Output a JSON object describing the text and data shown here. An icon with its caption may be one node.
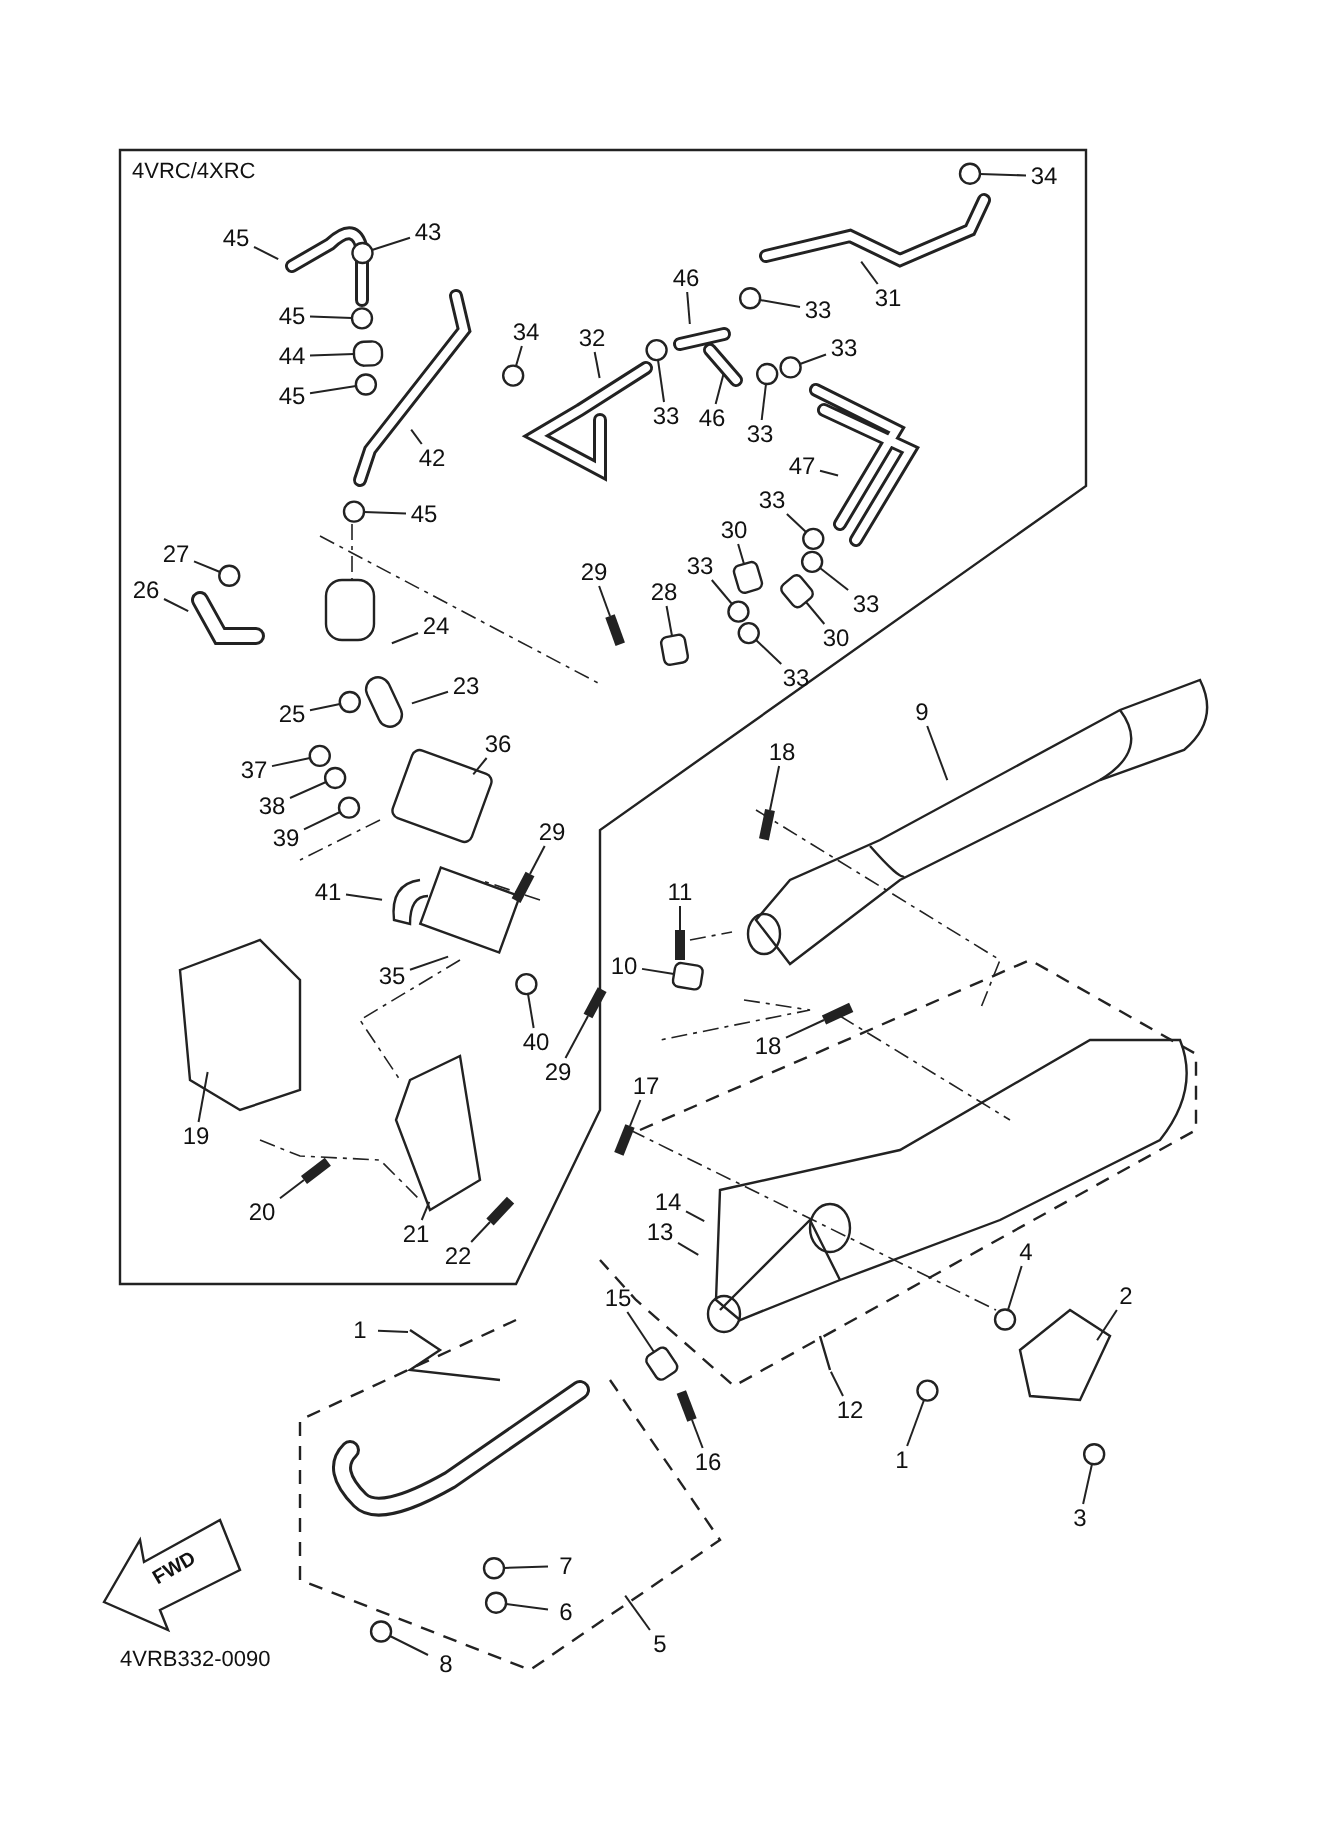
{
  "diagram": {
    "nodes": [
      {
        "text": [
          "34"
        ]
      },
      {
        "text": [
          "45"
        ]
      },
      {
        "text": [
          "43"
        ]
      },
      {
        "text": [
          "31"
        ]
      },
      {
        "text": [
          "46"
        ]
      },
      {
        "text": [
          "33"
        ]
      },
      {
        "text": [
          "45"
        ]
      },
      {
        "text": [
          "34"
        ]
      },
      {
        "text": [
          "32"
        ]
      },
      {
        "text": [
          "33"
        ]
      },
      {
        "text": [
          "44"
        ]
      },
      {
        "text": [
          "33"
        ]
      },
      {
        "text": [
          "46"
        ]
      },
      {
        "text": [
          "33"
        ]
      },
      {
        "text": [
          "45"
        ]
      },
      {
        "text": [
          "42"
        ]
      },
      {
        "text": [
          "47"
        ]
      },
      {
        "text": [
          "33"
        ]
      },
      {
        "text": [
          "45"
        ]
      },
      {
        "text": [
          "30"
        ]
      },
      {
        "text": [
          "27"
        ]
      },
      {
        "text": [
          "33"
        ]
      },
      {
        "text": [
          "29"
        ]
      },
      {
        "text": [
          "33"
        ]
      },
      {
        "text": [
          "26"
        ]
      },
      {
        "text": [
          "28"
        ]
      },
      {
        "text": [
          "30"
        ]
      },
      {
        "text": [
          "24"
        ]
      },
      {
        "text": [
          "33"
        ]
      },
      {
        "text": [
          "23"
        ]
      },
      {
        "text": [
          "25"
        ]
      },
      {
        "text": [
          "36"
        ]
      },
      {
        "text": [
          "37"
        ]
      },
      {
        "text": [
          "18"
        ]
      },
      {
        "text": [
          "9"
        ]
      },
      {
        "text": [
          "38"
        ]
      },
      {
        "text": [
          "29"
        ]
      },
      {
        "text": [
          "39"
        ]
      },
      {
        "text": [
          "41"
        ]
      },
      {
        "text": [
          "11"
        ]
      },
      {
        "text": [
          "35"
        ]
      },
      {
        "text": [
          "10"
        ]
      },
      {
        "text": [
          "40"
        ]
      },
      {
        "text": [
          "18"
        ]
      },
      {
        "text": [
          "29"
        ]
      },
      {
        "text": [
          "17"
        ]
      },
      {
        "text": [
          "19"
        ]
      },
      {
        "text": [
          "14"
        ]
      },
      {
        "text": [
          "4"
        ]
      },
      {
        "text": [
          "13"
        ]
      },
      {
        "text": [
          "20"
        ]
      },
      {
        "text": [
          "21"
        ]
      },
      {
        "text": [
          "22"
        ]
      },
      {
        "text": [
          "2"
        ]
      },
      {
        "text": [
          "1"
        ]
      },
      {
        "text": [
          "15"
        ]
      },
      {
        "text": [
          "12"
        ]
      },
      {
        "text": [
          "1"
        ]
      },
      {
        "text": [
          "16"
        ]
      },
      {
        "text": [
          "3"
        ]
      },
      {
        "text": [
          "7"
        ]
      },
      {
        "text": [
          "6"
        ]
      },
      {
        "text": [
          "5"
        ]
      },
      {
        "text": [
          "8"
        ]
      },
      {
        "text": [],
        "shape": "circle"
      },
      {
        "text": [],
        "shape": "circle"
      },
      {
        "text": [],
        "shape": "circle"
      },
      {
        "text": [],
        "shape": "circle"
      },
      {
        "text": [],
        "shape": "circle"
      },
      {
        "text": [],
        "shape": "circle"
      },
      {
        "text": [],
        "shape": "circle"
      },
      {
        "text": [],
        "shape": "circle"
      },
      {
        "text": [],
        "shape": "circle"
      },
      {
        "text": [],
        "shape": "circle"
      },
      {
        "text": [],
        "shape": "box"
      },
      {
        "text": [],
        "shape": "circle"
      },
      {
        "text": [],
        "shape": "circle"
      },
      {
        "text": [],
        "shape": "bar"
      },
      {
        "text": [],
        "shape": "circle"
      },
      {
        "text": [],
        "shape": "box"
      },
      {
        "text": [],
        "shape": "box"
      },
      {
        "text": [],
        "shape": "circle"
      },
      {
        "text": [],
        "shape": "circle"
      },
      {
        "text": [],
        "shape": "circle"
      },
      {
        "text": [],
        "shape": "bar"
      },
      {
        "text": [],
        "shape": "circle"
      },
      {
        "text": [],
        "shape": "bar"
      },
      {
        "text": [],
        "shape": "circle"
      },
      {
        "text": [],
        "shape": "bar"
      },
      {
        "text": [],
        "shape": "box"
      },
      {
        "text": [],
        "shape": "circle"
      },
      {
        "text": [],
        "shape": "bar"
      },
      {
        "text": [],
        "shape": "bar"
      },
      {
        "text": [],
        "shape": "bar"
      },
      {
        "text": [],
        "shape": "circle"
      },
      {
        "text": [],
        "shape": "bar"
      },
      {
        "text": [],
        "shape": "bar"
      },
      {
        "text": [],
        "shape": "box"
      },
      {
        "text": [],
        "shape": "circle"
      },
      {
        "text": [],
        "shape": "bar"
      },
      {
        "text": [],
        "shape": "circle"
      },
      {
        "text": [],
        "shape": "circle"
      },
      {
        "text": [],
        "shape": "circle"
      },
      {
        "text": [],
        "shape": "circle"
      },
      {
        "text": [],
        "shape": "circle"
      },
      {
        "text": [],
        "shape": "cylinder"
      }
    ],
    "edges": [
      {
        "from": 0,
        "to": 64,
        "arrow": "none"
      },
      {
        "from": 1,
        "to": null,
        "arrow": "none"
      },
      {
        "from": 2,
        "to": 65,
        "arrow": "none"
      },
      {
        "from": 3,
        "to": null,
        "arrow": "none"
      },
      {
        "from": 4,
        "to": null,
        "arrow": "none"
      },
      {
        "from": 5,
        "to": 66,
        "arrow": "none"
      },
      {
        "from": 6,
        "to": 67,
        "arrow": "none"
      },
      {
        "from": 7,
        "to": 68,
        "arrow": "none"
      },
      {
        "from": 8,
        "to": null,
        "arrow": "none"
      },
      {
        "from": 9,
        "to": 104,
        "arrow": "none"
      },
      {
        "from": 10,
        "to": 105,
        "arrow": "none"
      },
      {
        "from": 11,
        "to": 69,
        "arrow": "none"
      },
      {
        "from": 12,
        "to": null,
        "arrow": "none"
      },
      {
        "from": 13,
        "to": 70,
        "arrow": "none"
      },
      {
        "from": 14,
        "to": 71,
        "arrow": "none"
      },
      {
        "from": 15,
        "to": null,
        "arrow": "none"
      },
      {
        "from": 16,
        "to": null,
        "arrow": "none"
      },
      {
        "from": 17,
        "to": 72,
        "arrow": "none"
      },
      {
        "from": 18,
        "to": 73,
        "arrow": "none"
      },
      {
        "from": 19,
        "to": 74,
        "arrow": "none"
      },
      {
        "from": 20,
        "to": 75,
        "arrow": "none"
      },
      {
        "from": 21,
        "to": 76,
        "arrow": "none"
      },
      {
        "from": 22,
        "to": 77,
        "arrow": "none"
      },
      {
        "from": 23,
        "to": 78,
        "arrow": "none"
      },
      {
        "from": 24,
        "to": null,
        "arrow": "none"
      },
      {
        "from": 25,
        "to": 79,
        "arrow": "none"
      },
      {
        "from": 26,
        "to": 80,
        "arrow": "none"
      },
      {
        "from": 27,
        "to": null,
        "arrow": "none"
      },
      {
        "from": 28,
        "to": 81,
        "arrow": "none"
      },
      {
        "from": 29,
        "to": null,
        "arrow": "none"
      },
      {
        "from": 30,
        "to": 82,
        "arrow": "none"
      },
      {
        "from": 31,
        "to": null,
        "arrow": "none"
      },
      {
        "from": 32,
        "to": 83,
        "arrow": "none"
      },
      {
        "from": 33,
        "to": 84,
        "arrow": "none"
      },
      {
        "from": 34,
        "to": null,
        "arrow": "none"
      },
      {
        "from": 35,
        "to": 85,
        "arrow": "none"
      },
      {
        "from": 36,
        "to": 86,
        "arrow": "none"
      },
      {
        "from": 37,
        "to": 87,
        "arrow": "none"
      },
      {
        "from": 38,
        "to": null,
        "arrow": "none"
      },
      {
        "from": 39,
        "to": 88,
        "arrow": "none"
      },
      {
        "from": 40,
        "to": null,
        "arrow": "none"
      },
      {
        "from": 41,
        "to": 89,
        "arrow": "none"
      },
      {
        "from": 42,
        "to": 90,
        "arrow": "none"
      },
      {
        "from": 43,
        "to": 91,
        "arrow": "none"
      },
      {
        "from": 44,
        "to": 92,
        "arrow": "none"
      },
      {
        "from": 45,
        "to": 93,
        "arrow": "none"
      },
      {
        "from": 46,
        "to": null,
        "arrow": "none"
      },
      {
        "from": 47,
        "to": null,
        "arrow": "none"
      },
      {
        "from": 48,
        "to": 94,
        "arrow": "none"
      },
      {
        "from": 49,
        "to": null,
        "arrow": "none"
      },
      {
        "from": 50,
        "to": 95,
        "arrow": "none"
      },
      {
        "from": 51,
        "to": null,
        "arrow": "none"
      },
      {
        "from": 52,
        "to": 96,
        "arrow": "none"
      },
      {
        "from": 53,
        "to": null,
        "arrow": "none"
      },
      {
        "from": 54,
        "to": null,
        "arrow": "none"
      },
      {
        "from": 55,
        "to": 97,
        "arrow": "none"
      },
      {
        "from": 56,
        "to": null,
        "arrow": "none"
      },
      {
        "from": 57,
        "to": 98,
        "arrow": "none"
      },
      {
        "from": 58,
        "to": 99,
        "arrow": "none"
      },
      {
        "from": 59,
        "to": 100,
        "arrow": "none"
      },
      {
        "from": 60,
        "to": 101,
        "arrow": "none"
      },
      {
        "from": 61,
        "to": 102,
        "arrow": "none"
      },
      {
        "from": 62,
        "to": null,
        "arrow": "none"
      },
      {
        "from": 63,
        "to": 103,
        "arrow": "none"
      }
    ],
    "labels": [
      "4VRC/4XRC",
      "FWD",
      "4VRB332-0090"
    ]
  }
}
